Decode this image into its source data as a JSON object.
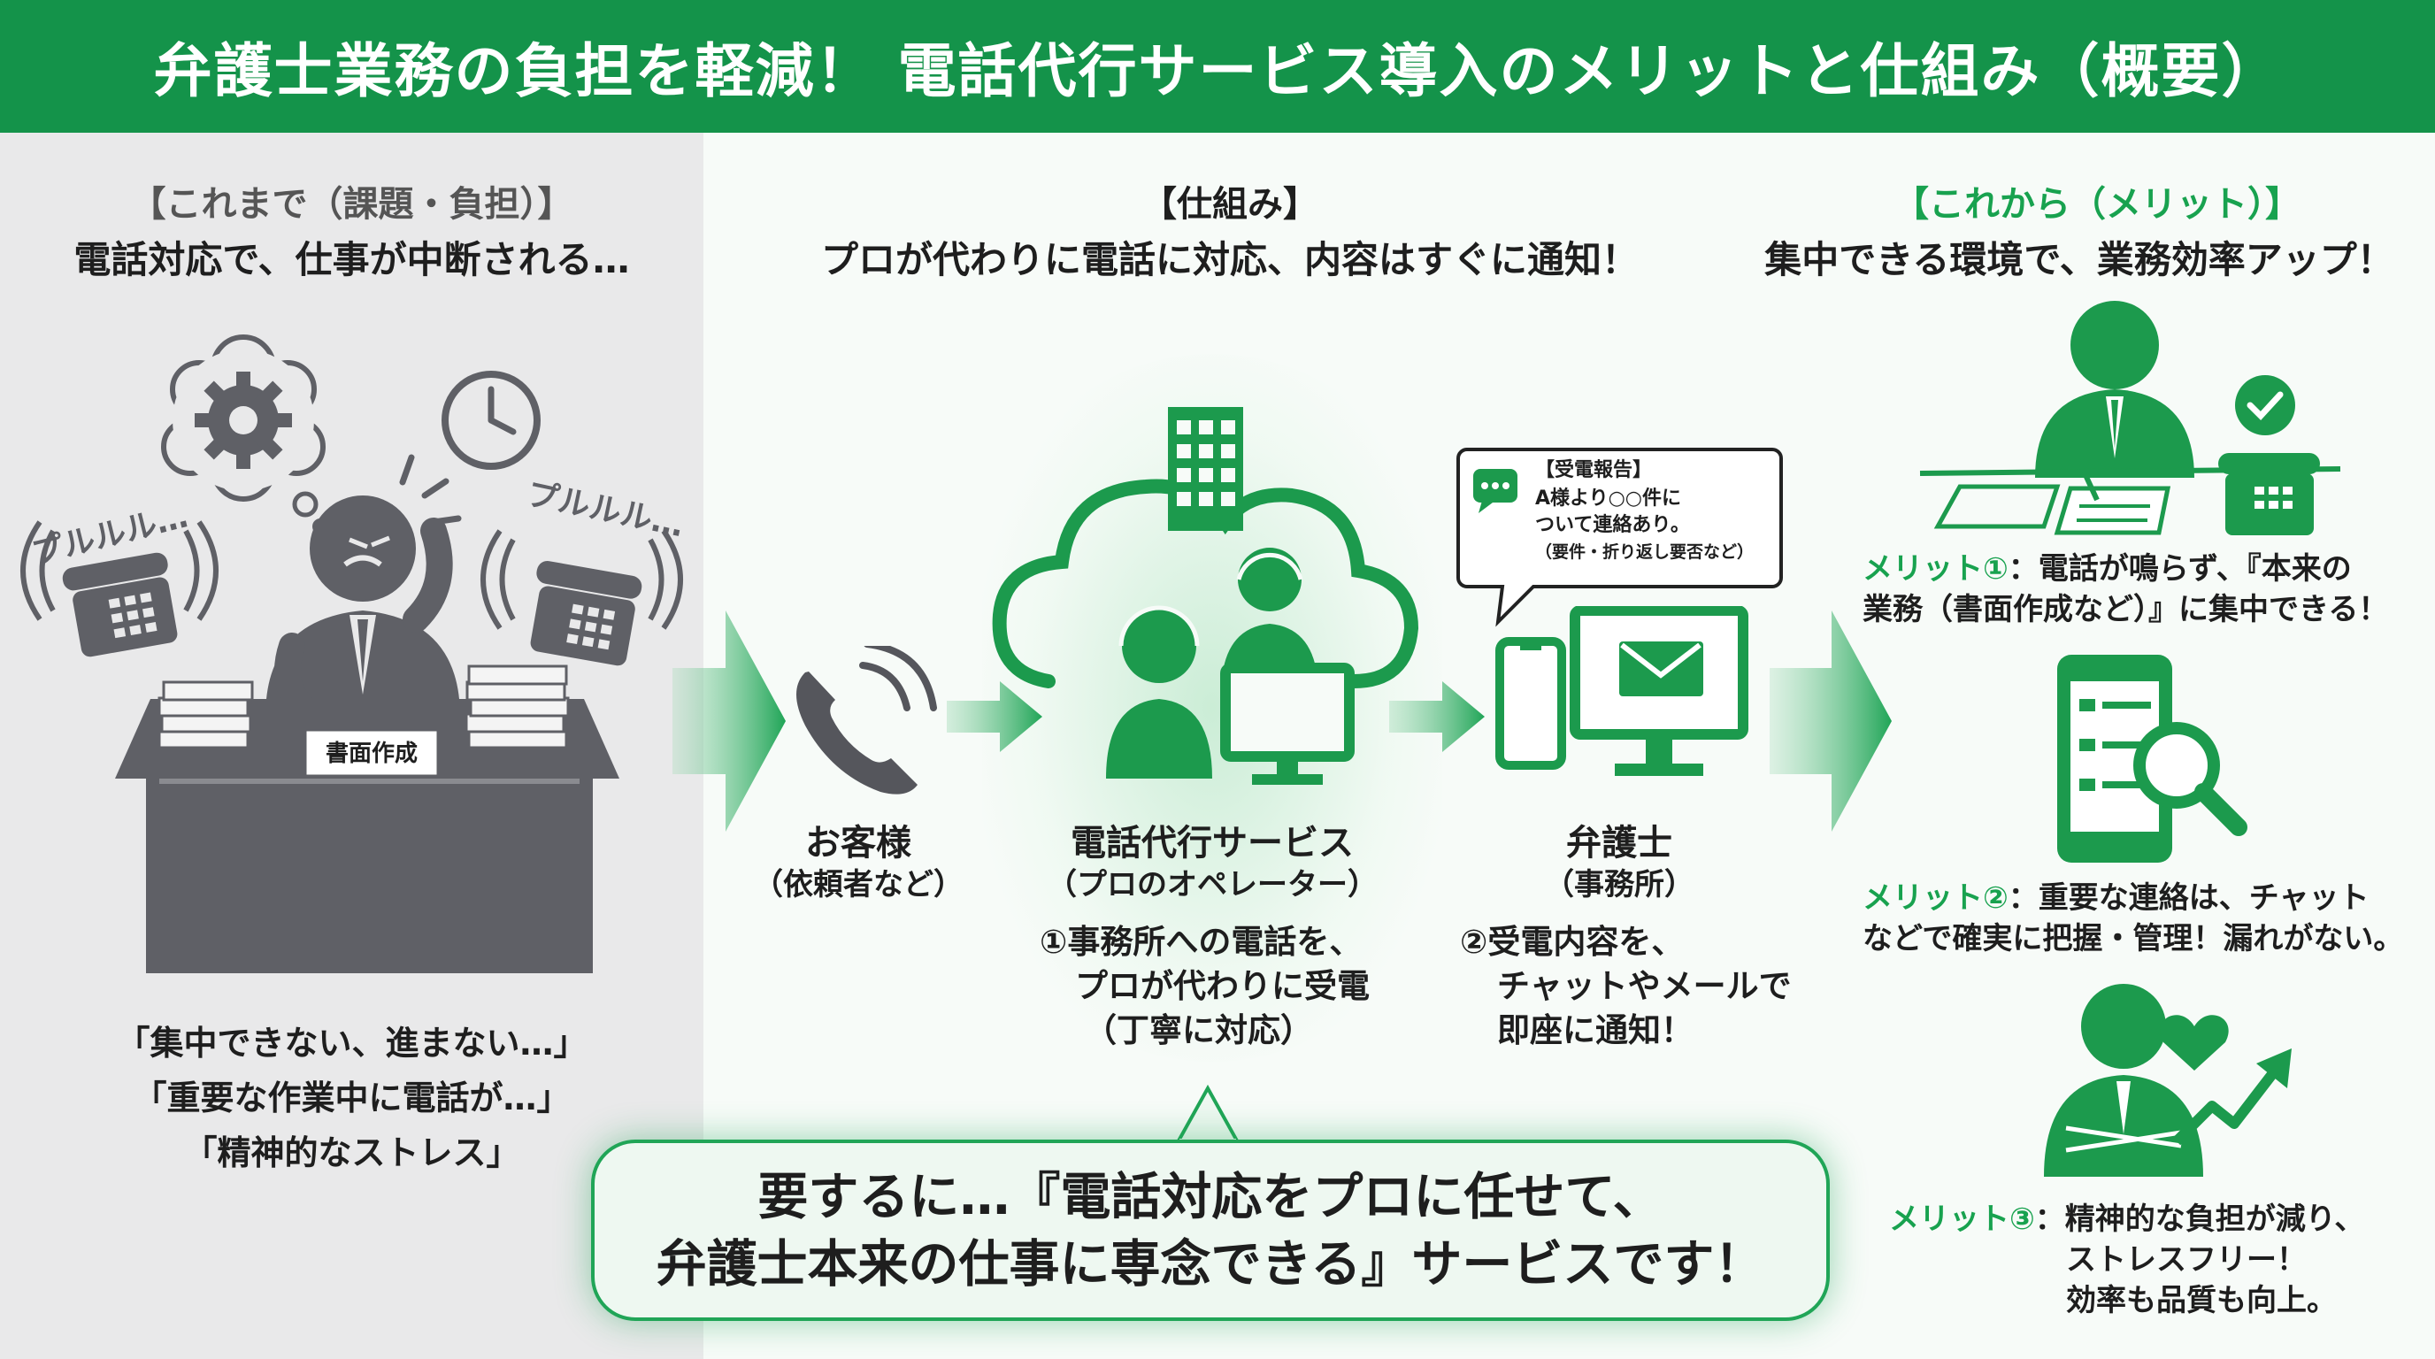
{
  "title": "弁護士業務の負担を軽減！ 電話代行サービス導入のメリットと仕組み（概要）",
  "left": {
    "tag": "【これまで（課題・負担）】",
    "subtitle": "電話対応で、仕事が中断される…",
    "ring_left": "プルルル…",
    "ring_right": "プルルル…",
    "desk_label": "書面作成",
    "quotes": [
      "「集中できない、進まない…」",
      "「重要な作業中に電話が…」",
      "「精神的なストレス」"
    ]
  },
  "middle": {
    "tag": "【仕組み】",
    "subtitle": "プロが代わりに電話に対応、内容はすぐに通知！",
    "customer_label": "お客様",
    "customer_sub": "（依頼者など）",
    "service_label": "電話代行サービス",
    "service_sub": "（プロのオペレーター）",
    "service_step": [
      "①事務所への電話を、",
      "プロが代わりに受電",
      "（丁寧に対応）"
    ],
    "lawyer_label": "弁護士",
    "lawyer_sub": "（事務所）",
    "lawyer_step": [
      "②受電内容を、",
      "チャットやメールで",
      "即座に通知！"
    ],
    "report": [
      "【受電報告】",
      "A様より○○件に",
      "ついて連絡あり。",
      "（要件・折り返し要否など）"
    ]
  },
  "right": {
    "tag": "【これから（メリット）】",
    "subtitle": "集中できる環境で、業務効率アップ！",
    "merit1_key": "メリット①",
    "merit1_text": "：電話が鳴らず、『本来の",
    "merit1_text2": "業務（書面作成など）』に集中できる！",
    "merit2_key": "メリット②",
    "merit2_text": "：重要な連絡は、チャット",
    "merit2_text2": "などで確実に把握・管理！漏れがない。",
    "merit3_key": "メリット③",
    "merit3_text": "：精神的な負担が減り、",
    "merit3_text2": "ストレスフリー！",
    "merit3_text3": "効率も品質も向上。"
  },
  "summary": {
    "line1": "要するに…『電話対応をプロに任せて、",
    "line2": "弁護士本来の仕事に専念できる』サービスです！"
  },
  "colors": {
    "brand_green": "#14934a",
    "accent_green": "#18a24f",
    "icon_grey": "#5f6066"
  }
}
